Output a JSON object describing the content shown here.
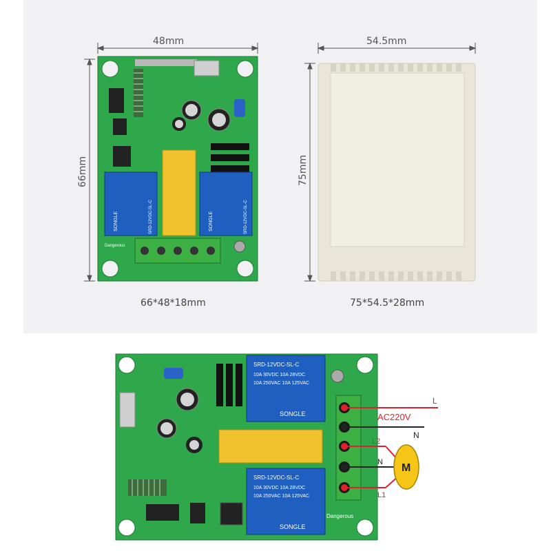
{
  "top": {
    "board": {
      "width_label": "48mm",
      "height_label": "66mm",
      "size_caption": "66*48*18mm"
    },
    "enclosure": {
      "width_label": "54.5mm",
      "height_label": "75mm",
      "size_caption": "75*54.5*28mm"
    }
  },
  "relays": {
    "brand": "SONGLE",
    "model": "SRD-12VDC-SL-C",
    "rating_ac": "10A 250VAC  10A 125VAC",
    "rating_dc": "10A 30VDC  10A 28VDC"
  },
  "wiring": {
    "l": "L",
    "ac": "AC220V",
    "n1": "N",
    "l2": "L2",
    "n2": "N",
    "l1": "L1",
    "motor": "M",
    "dangerous": "Dangerous"
  },
  "colors": {
    "pcb": "#2ea84a",
    "relay": "#1f5fbf",
    "capacitor": "#f2c12e",
    "terminal": "#3cb043",
    "live_wire": "#e0202a",
    "neutral_wire": "#222222",
    "motor": "#f5c518"
  }
}
